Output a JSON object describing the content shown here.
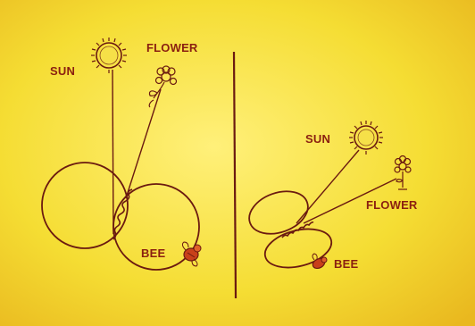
{
  "panels": [
    {
      "id": "left",
      "labels": {
        "sun": "SUN",
        "flower": "FLOWER",
        "bee": "BEE"
      }
    },
    {
      "id": "right",
      "labels": {
        "sun": "SUN",
        "flower": "FLOWER",
        "bee": "BEE"
      }
    }
  ],
  "colors": {
    "background_center": "#fff07a",
    "background_edge": "#e9b81f",
    "ink": "#6b1a10",
    "label": "#8a1f10",
    "sun_fill": "#f6e04a",
    "bee_fill": "#c8401a"
  }
}
